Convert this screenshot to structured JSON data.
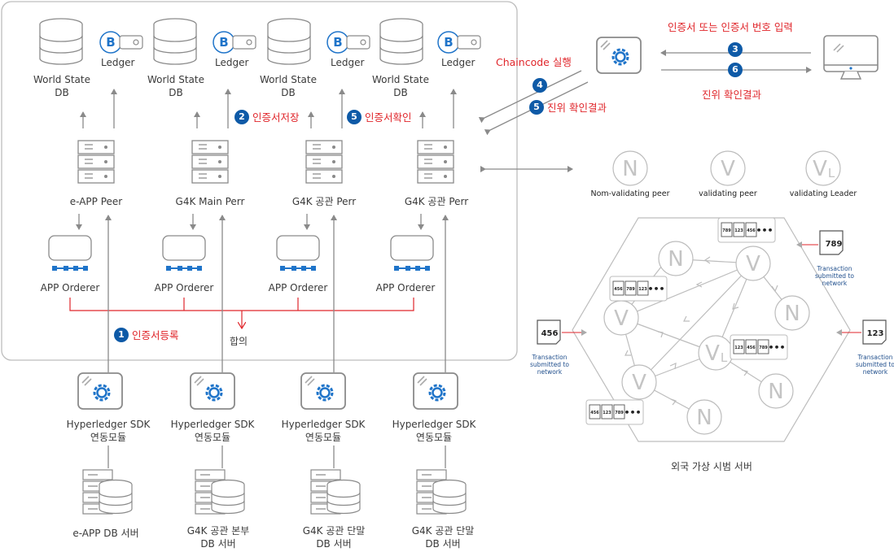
{
  "peers_section": {
    "ledger_label": "Ledger",
    "world_state_label": "World State",
    "db_label": "DB",
    "peers": [
      {
        "name": "e-APP Peer",
        "orderer": "APP Orderer"
      },
      {
        "name": "G4K Main Perr",
        "orderer": "APP Orderer"
      },
      {
        "name": "G4K 공관 Perr",
        "orderer": "APP Orderer"
      },
      {
        "name": "G4K 공관 Perr",
        "orderer": "APP Orderer"
      }
    ],
    "consensus_label": "합의"
  },
  "steps": {
    "s1": {
      "num": "1",
      "label": "인증서등록"
    },
    "s2": {
      "num": "2",
      "label": "인증서저장"
    },
    "s5a": {
      "num": "5",
      "label": "인증서확인"
    },
    "s4": {
      "num": "4"
    },
    "s5b": {
      "num": "5",
      "label": "진위 확인결과"
    },
    "s3": {
      "num": "3"
    },
    "s6": {
      "num": "6"
    },
    "chaincode": "Chaincode 실행",
    "cert_input": "인증서 또는 인증서 번호 입력",
    "authenticity_result": "진위 확인결과"
  },
  "sdk_section": {
    "sdk_line1": "Hyperledger SDK",
    "sdk_line2": "연동모듈",
    "servers": [
      {
        "line1": "e-APP DB 서버",
        "line2": ""
      },
      {
        "line1": "G4K 공관 본부",
        "line2": "DB 서버"
      },
      {
        "line1": "G4K 공관 단말",
        "line2": "DB 서버"
      },
      {
        "line1": "G4K 공관 단말",
        "line2": "DB 서버"
      }
    ]
  },
  "network": {
    "legend": [
      {
        "symbol": "N",
        "label": "Nom-validating peer"
      },
      {
        "symbol": "V",
        "label": "validating peer"
      },
      {
        "symbol": "VL",
        "label": "validating Leader"
      }
    ],
    "transactions": [
      {
        "number": "789",
        "caption": "Transaction submitted to network"
      },
      {
        "number": "456",
        "caption": "Transaction submitted to network"
      },
      {
        "number": "123",
        "caption": "Transaction submitted to network"
      }
    ],
    "block_tokens": [
      "789",
      "123",
      "456",
      "•••"
    ],
    "caption": "외국 가상 시범 서버"
  },
  "colors": {
    "accent_blue": "#0e5aa7",
    "accent_red": "#e0262b",
    "gray": "#8a8a8a",
    "icon_blue": "#1f74c9"
  }
}
